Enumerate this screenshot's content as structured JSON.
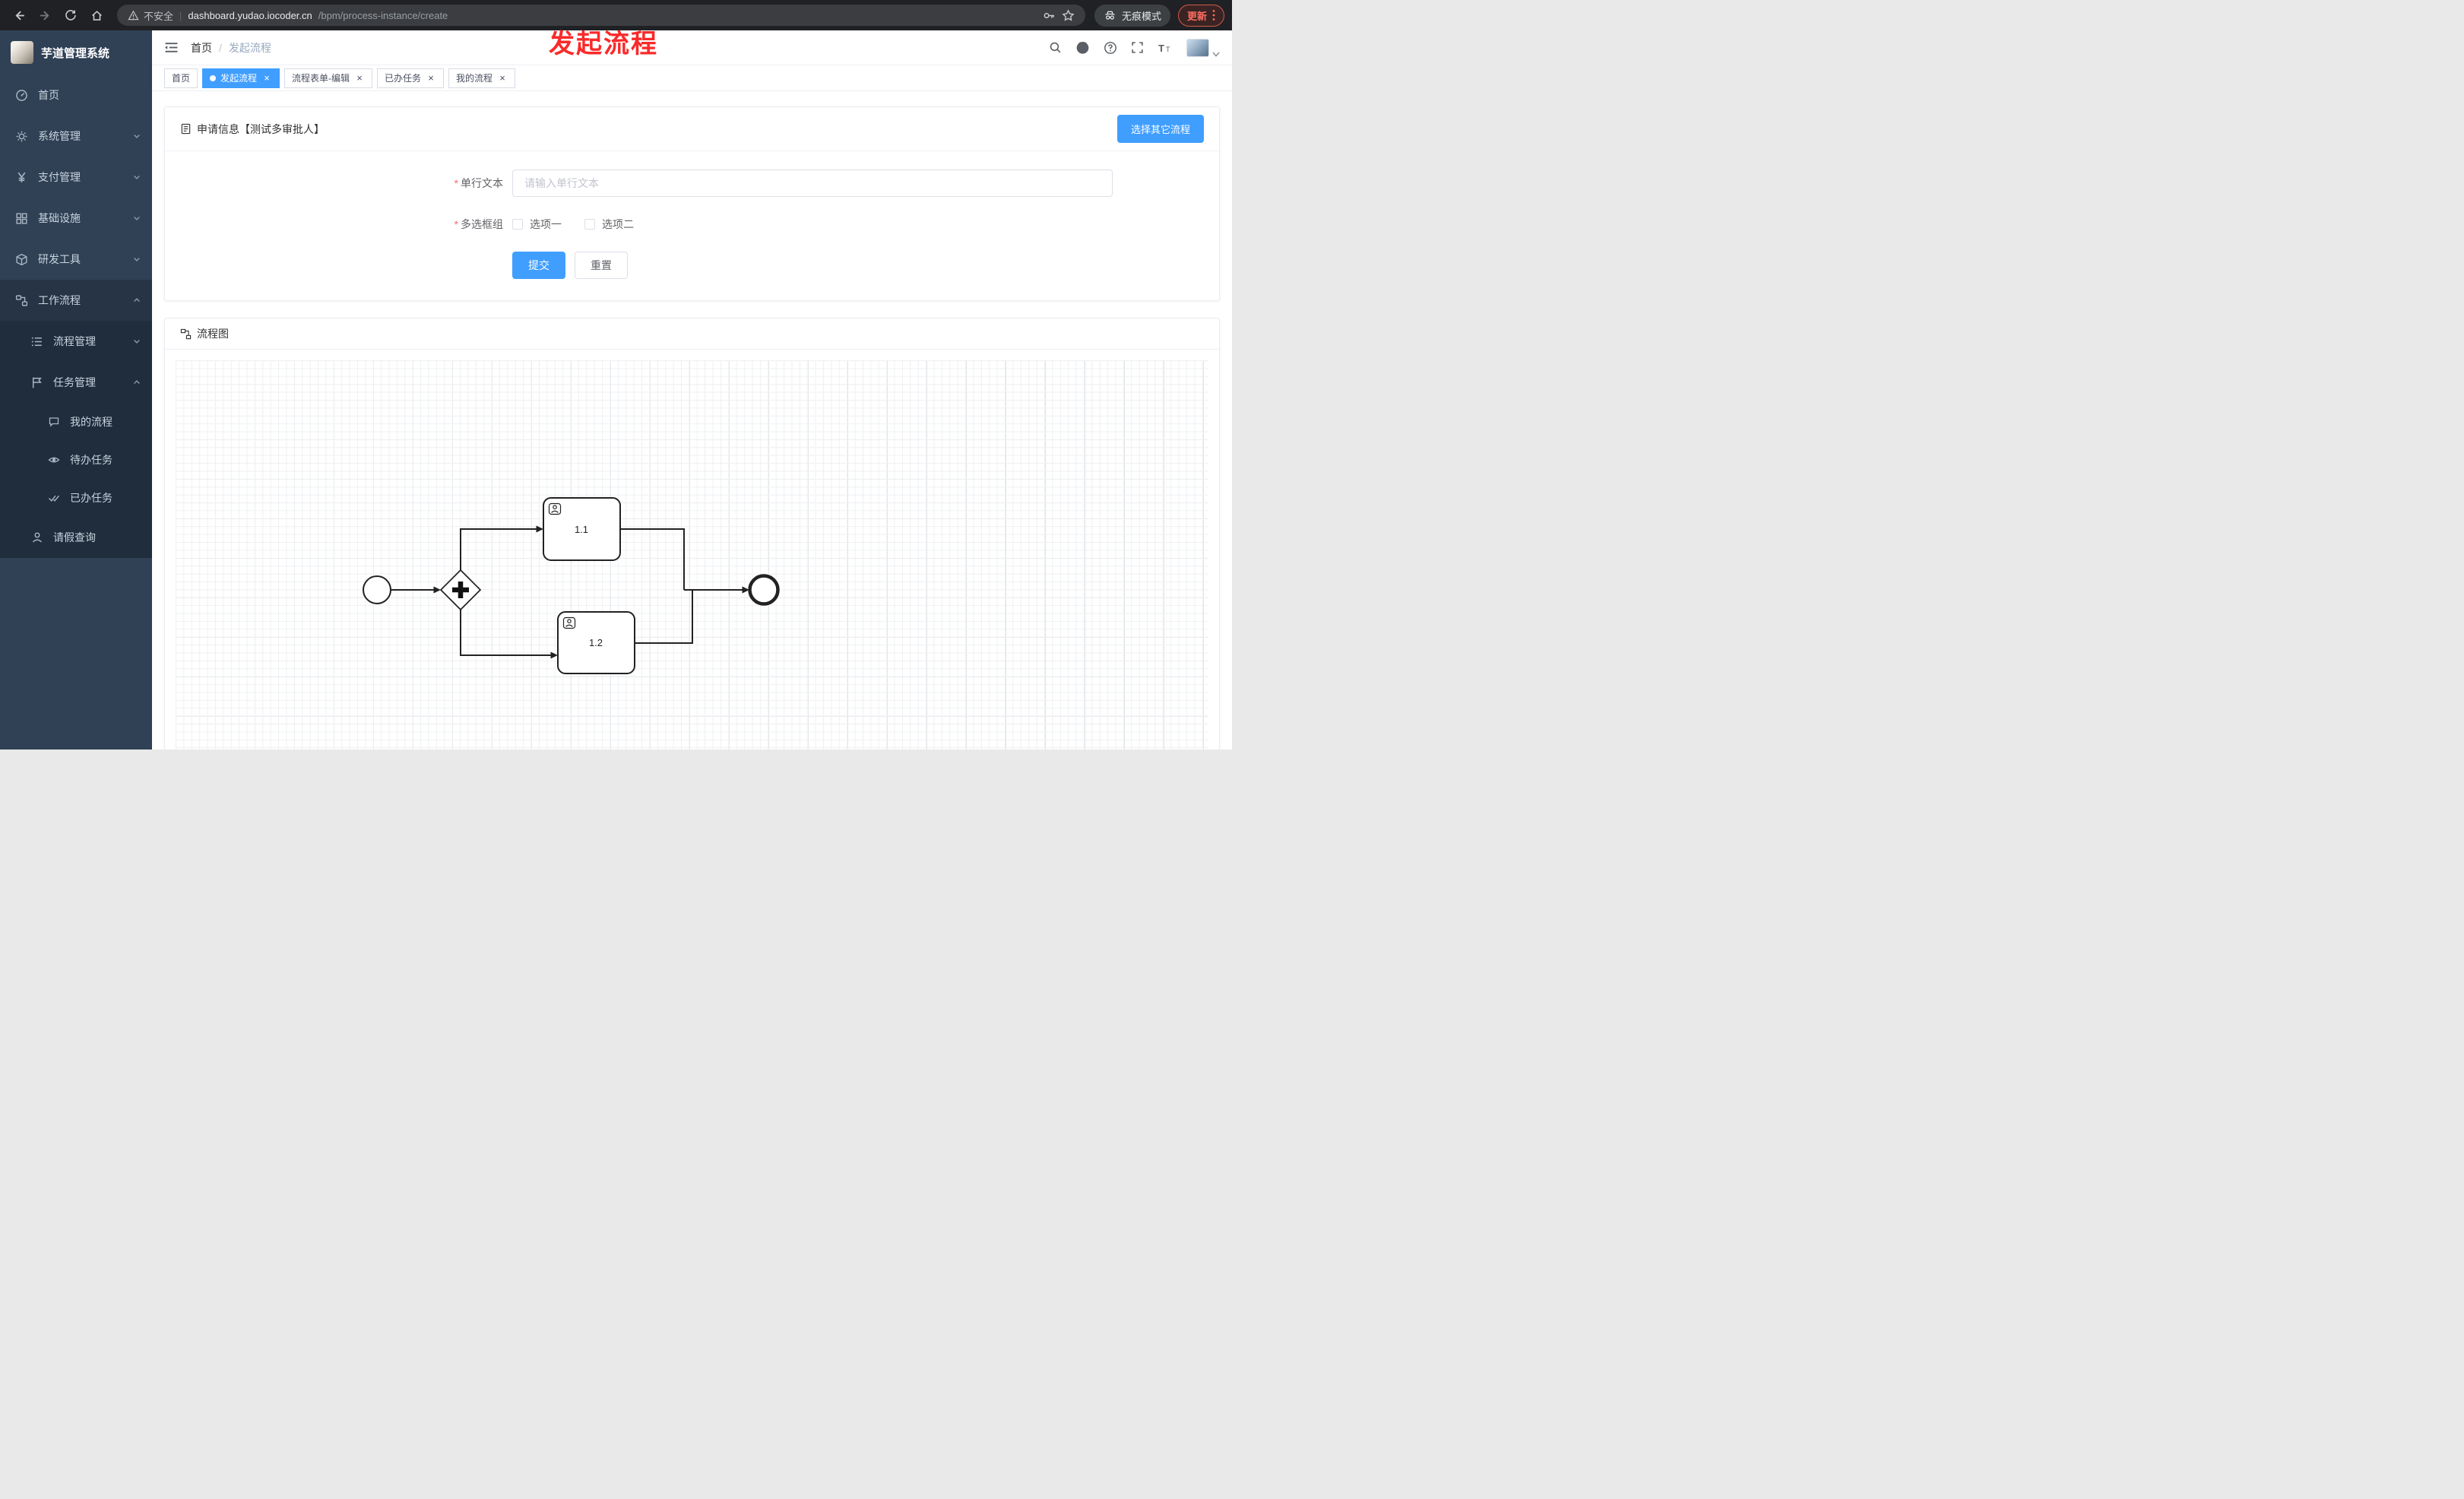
{
  "colors": {
    "accent": "#409eff",
    "danger": "#f56c6c",
    "annotation_red": "#fa2a2a",
    "sidebar_bg": "#304156",
    "sidebar_submenu_bg": "#1f2d3d",
    "chrome_bg": "#202124"
  },
  "icons": {
    "close": "×"
  },
  "browser": {
    "security_label": "不安全",
    "divider": "|",
    "url_domain": "dashboard.yudao.iocoder.cn",
    "url_path": "/bpm/process-instance/create",
    "incognito_label": "无痕模式",
    "update_label": "更新"
  },
  "annotation": {
    "text": "发起流程"
  },
  "sidebar": {
    "logo_title": "芋道管理系统",
    "items": [
      {
        "label": "首页"
      },
      {
        "label": "系统管理"
      },
      {
        "label": "支付管理"
      },
      {
        "label": "基础设施"
      },
      {
        "label": "研发工具"
      },
      {
        "label": "工作流程"
      },
      {
        "label": "流程管理"
      },
      {
        "label": "任务管理"
      },
      {
        "label": "我的流程"
      },
      {
        "label": "待办任务"
      },
      {
        "label": "已办任务"
      },
      {
        "label": "请假查询"
      }
    ]
  },
  "topbar": {
    "breadcrumb": {
      "home": "首页",
      "separator": "/",
      "current": "发起流程"
    }
  },
  "tabs": {
    "items": [
      {
        "label": "首页"
      },
      {
        "label": "发起流程"
      },
      {
        "label": "流程表单-编辑"
      },
      {
        "label": "已办任务"
      },
      {
        "label": "我的流程"
      }
    ]
  },
  "form_card": {
    "title": "申请信息【测试多审批人】",
    "select_other_button": "选择其它流程",
    "text_field": {
      "label": "单行文本",
      "placeholder": "请输入单行文本"
    },
    "checkbox_field": {
      "label": "多选框组",
      "options": [
        {
          "label": "选项一"
        },
        {
          "label": "选项二"
        }
      ]
    },
    "submit_label": "提交",
    "reset_label": "重置"
  },
  "diagram_card": {
    "title": "流程图",
    "nodes": {
      "task1": "1.1",
      "task2": "1.2"
    }
  }
}
